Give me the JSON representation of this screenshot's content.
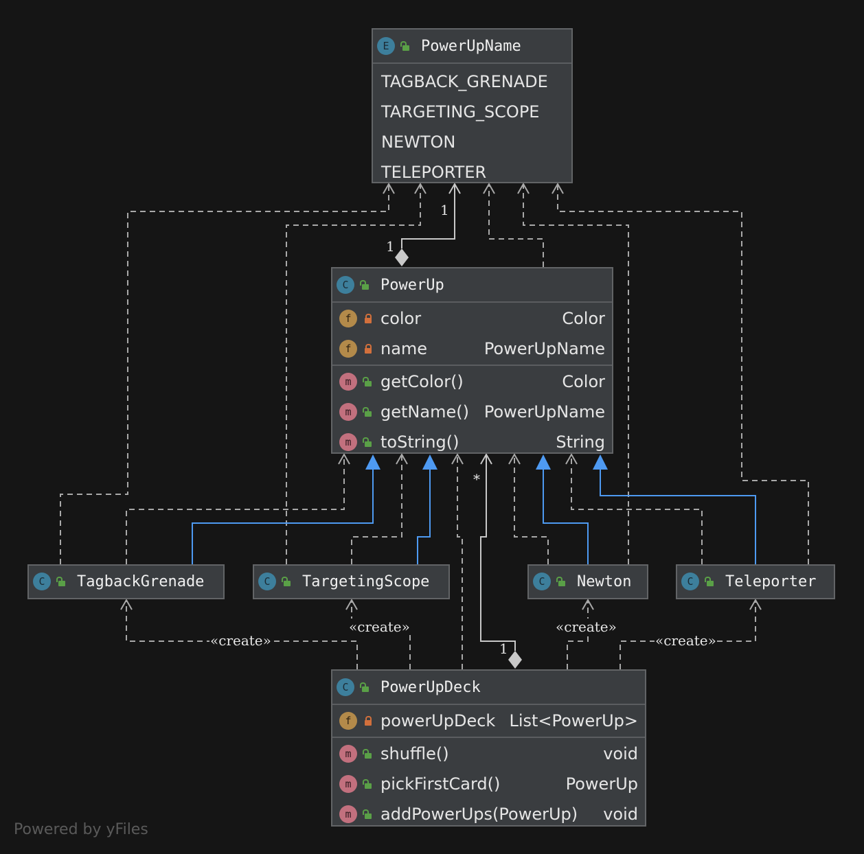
{
  "nodes": {
    "powerupname": {
      "kind_letter": "E",
      "title": "PowerUpName",
      "constants": [
        "TAGBACK_GRENADE",
        "TARGETING_SCOPE",
        "NEWTON",
        "TELEPORTER"
      ]
    },
    "powerup": {
      "kind_letter": "C",
      "title": "PowerUp",
      "fields": [
        {
          "badge": "f",
          "name": "color",
          "type": "Color"
        },
        {
          "badge": "f",
          "name": "name",
          "type": "PowerUpName"
        }
      ],
      "methods": [
        {
          "badge": "m",
          "name": "getColor()",
          "type": "Color"
        },
        {
          "badge": "m",
          "name": "getName()",
          "type": "PowerUpName"
        },
        {
          "badge": "m",
          "name": "toString()",
          "type": "String"
        }
      ]
    },
    "tagbackgrenade": {
      "kind_letter": "C",
      "title": "TagbackGrenade"
    },
    "targetingscope": {
      "kind_letter": "C",
      "title": "TargetingScope"
    },
    "newton": {
      "kind_letter": "C",
      "title": "Newton"
    },
    "teleporter": {
      "kind_letter": "C",
      "title": "Teleporter"
    },
    "powerupdeck": {
      "kind_letter": "C",
      "title": "PowerUpDeck",
      "fields": [
        {
          "badge": "f",
          "name": "powerUpDeck",
          "type": "List<PowerUp>"
        }
      ],
      "methods": [
        {
          "badge": "m",
          "name": "shuffle()",
          "type": "void"
        },
        {
          "badge": "m",
          "name": "pickFirstCard()",
          "type": "PowerUp"
        },
        {
          "badge": "m",
          "name": "addPowerUps(PowerUp)",
          "type": "void"
        }
      ]
    }
  },
  "edge_labels": {
    "assoc_name_mult_top": "1",
    "assoc_name_mult_bottom": "1",
    "assoc_deck_mult_top": "*",
    "assoc_deck_mult_bottom": "1",
    "create": "«create»"
  },
  "colors": {
    "background": "#151515",
    "node_fill": "#3a3d40",
    "dashed_edge": "#a9a9a9",
    "inheritance_edge": "#4e9af2"
  },
  "footer": "Powered by yFiles"
}
